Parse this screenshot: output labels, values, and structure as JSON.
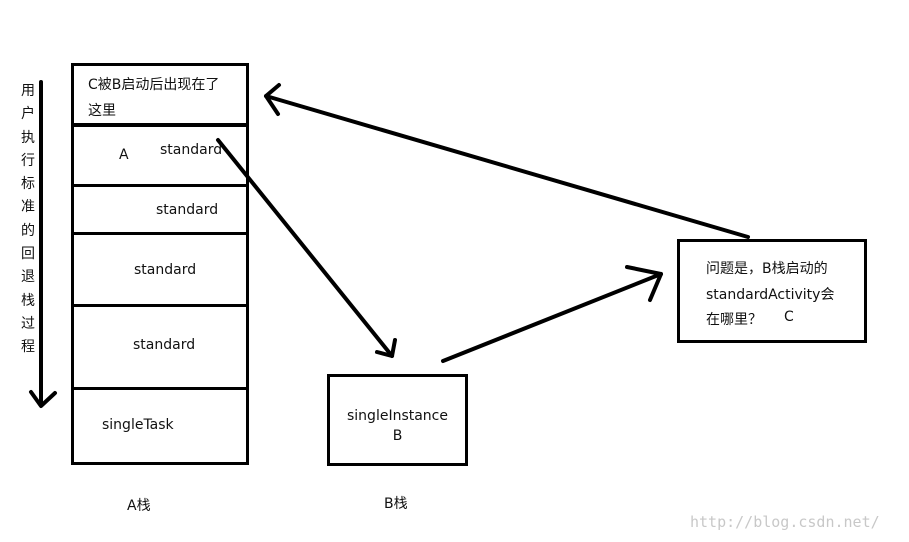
{
  "left_label_chars": [
    "用",
    "户",
    "执",
    "行",
    "标",
    "准",
    "的",
    "回",
    "退",
    "栈",
    "过",
    "程"
  ],
  "stack_a": {
    "top_note": [
      "C被B启动后出现在了",
      "这里"
    ],
    "row1_letter": "A",
    "row1_mode": "standard",
    "row2_mode": "standard",
    "row3_mode": "standard",
    "row4_mode": "standard",
    "row5_mode": "singleTask",
    "caption": "A栈"
  },
  "stack_b": {
    "mode": "singleInstance",
    "letter": "B",
    "caption": "B栈"
  },
  "question_box": {
    "line1": "问题是，B栈启动的",
    "line2": "standardActivity会",
    "line3": "在哪里？",
    "letter": "C"
  },
  "watermark": "http://blog.csdn.net/",
  "colors": {
    "stroke": "#000000",
    "watermark": "#c8c8c8"
  }
}
